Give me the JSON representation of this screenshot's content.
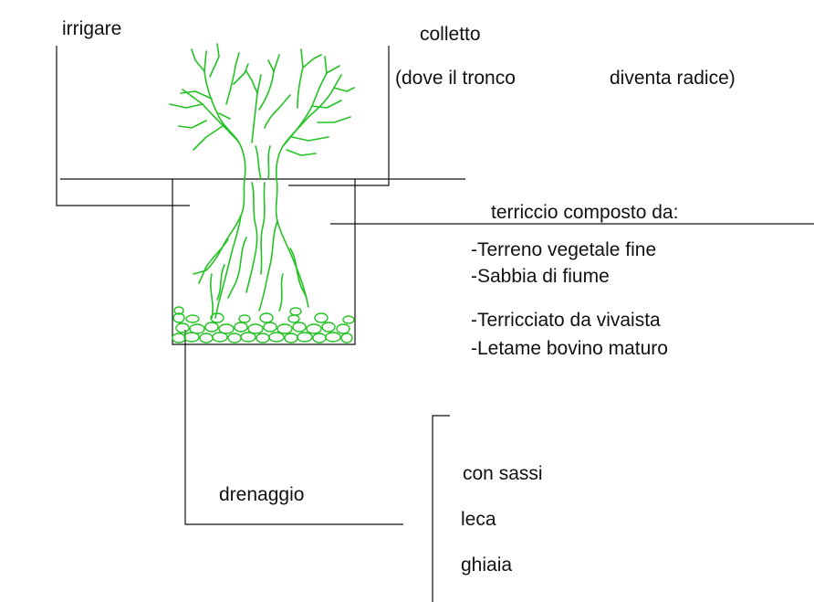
{
  "labels": {
    "irrigare": "irrigare",
    "colletto": "colletto",
    "dove_tronco": "(dove il tronco",
    "diventa_radice": "diventa radice)",
    "terriccio_title": "terriccio composto da:",
    "drenaggio": "drenaggio"
  },
  "terriccio_items": [
    "-Terreno vegetale fine",
    "-Sabbia di fiume",
    "-Terricciato da vivaista",
    "-Letame bovino maturo"
  ],
  "drainage_materials": [
    "con sassi",
    "leca",
    "ghiaia"
  ],
  "colors": {
    "plant": "#22c322",
    "lines": "#111111",
    "background": "#ffffff"
  }
}
